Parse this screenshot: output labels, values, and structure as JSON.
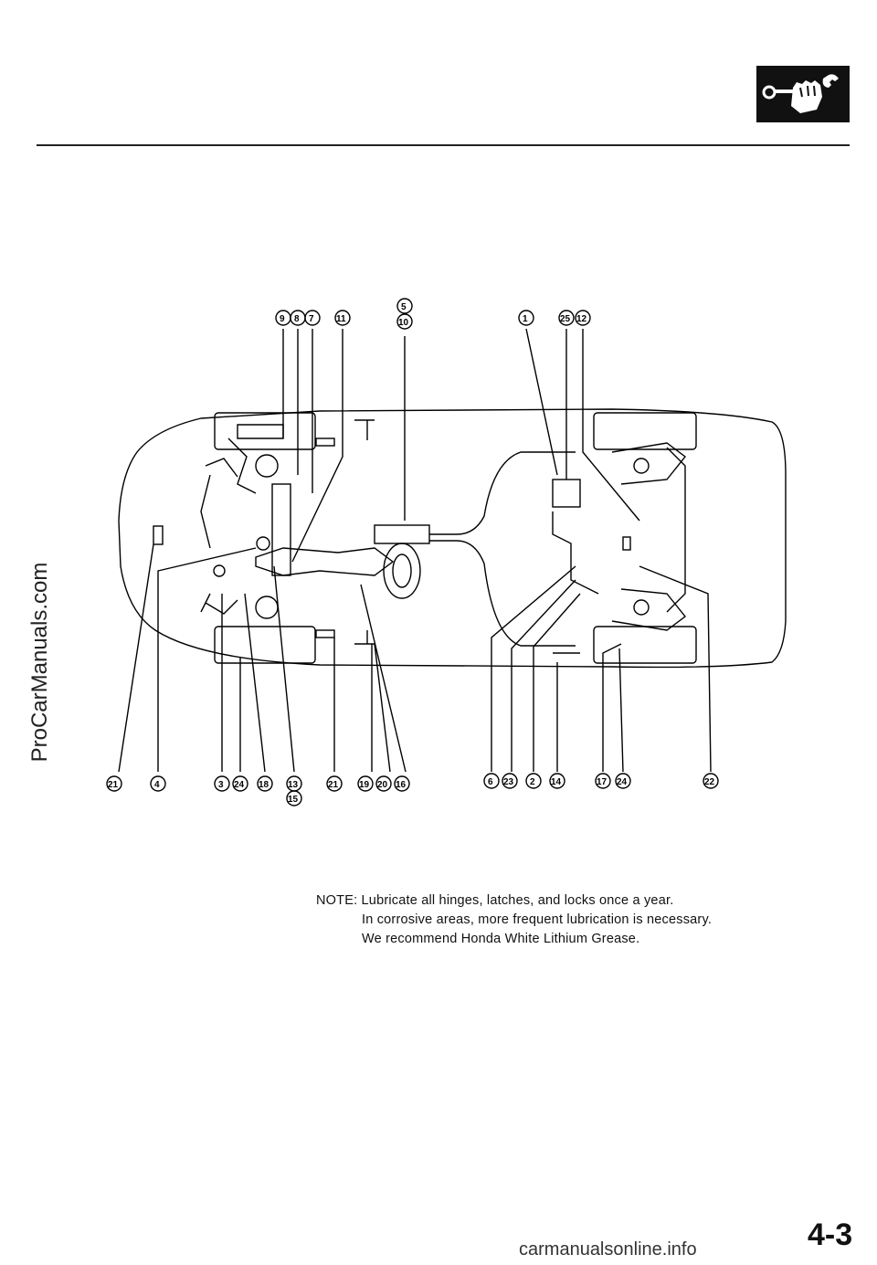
{
  "header": {
    "icon": "lubrication-hand-wrench-icon"
  },
  "diagram": {
    "icon": "vehicle-chassis-lubrication-diagram",
    "top_callouts": [
      "9",
      "8",
      "7",
      "11",
      "5",
      "10",
      "1",
      "25",
      "12"
    ],
    "bottom_callouts": [
      "21",
      "4",
      "3",
      "24",
      "18",
      "13",
      "15",
      "21",
      "19",
      "20",
      "16",
      "6",
      "23",
      "2",
      "14",
      "17",
      "24",
      "22"
    ]
  },
  "note": {
    "line1": "NOTE: Lubricate all hinges, latches, and locks once a year.",
    "line2": "In corrosive areas, more frequent lubrication is necessary.",
    "line3": "We recommend Honda White Lithium Grease."
  },
  "page_number": "4-3",
  "watermarks": {
    "side": "ProCarManuals.com",
    "bottom": "carmanualsonline.info"
  }
}
